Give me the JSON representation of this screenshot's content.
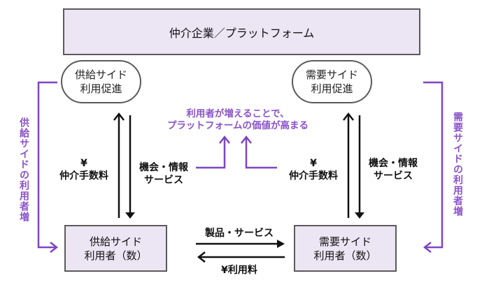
{
  "platform": {
    "title": "仲介企業／プラットフォーム"
  },
  "supply": {
    "promotion": [
      "供給サイド",
      "利用促進"
    ],
    "users": [
      "供給サイド",
      "利用者（数）"
    ],
    "fee": {
      "symbol": "¥",
      "label": "仲介手数料"
    },
    "service": [
      "機会・情報",
      "サービス"
    ],
    "growth": "供給サイドの利用者増"
  },
  "demand": {
    "promotion": [
      "需要サイド",
      "利用促進"
    ],
    "users": [
      "需要サイド",
      "利用者（数）"
    ],
    "fee": {
      "symbol": "¥",
      "label": "仲介手数料"
    },
    "service": [
      "機会・情報",
      "サービス"
    ],
    "growth": "需要サイドの利用者増"
  },
  "exchange": {
    "forward": "製品・サービス",
    "backward": "¥利用料"
  },
  "network_effect": [
    "利用者が増えることで、",
    "プラットフォームの価値が高まる"
  ],
  "colors": {
    "accent": "#8b52c9",
    "box_fill": "#ece5f3",
    "border": "#5a5a5a"
  }
}
